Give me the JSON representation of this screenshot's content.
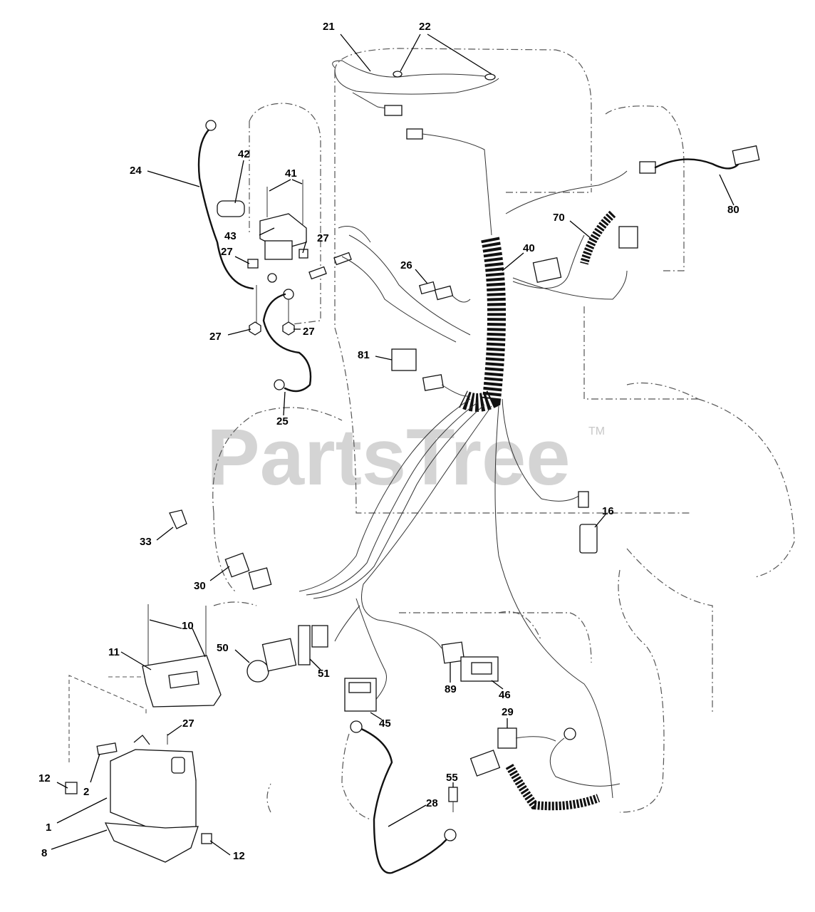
{
  "watermark": {
    "text": "PartsTree",
    "trademark": "TM"
  },
  "callouts": [
    {
      "id": "c21",
      "label": "21"
    },
    {
      "id": "c22",
      "label": "22"
    },
    {
      "id": "c24",
      "label": "24"
    },
    {
      "id": "c42",
      "label": "42"
    },
    {
      "id": "c41",
      "label": "41"
    },
    {
      "id": "c43",
      "label": "43"
    },
    {
      "id": "c27a",
      "label": "27"
    },
    {
      "id": "c27b",
      "label": "27"
    },
    {
      "id": "c27c",
      "label": "27"
    },
    {
      "id": "c27d",
      "label": "27"
    },
    {
      "id": "c27e",
      "label": "27"
    },
    {
      "id": "c80",
      "label": "80"
    },
    {
      "id": "c70",
      "label": "70"
    },
    {
      "id": "c40",
      "label": "40"
    },
    {
      "id": "c26",
      "label": "26"
    },
    {
      "id": "c81",
      "label": "81"
    },
    {
      "id": "c25",
      "label": "25"
    },
    {
      "id": "c16",
      "label": "16"
    },
    {
      "id": "c33",
      "label": "33"
    },
    {
      "id": "c30",
      "label": "30"
    },
    {
      "id": "c10",
      "label": "10"
    },
    {
      "id": "c11",
      "label": "11"
    },
    {
      "id": "c50",
      "label": "50"
    },
    {
      "id": "c51",
      "label": "51"
    },
    {
      "id": "c89",
      "label": "89"
    },
    {
      "id": "c46",
      "label": "46"
    },
    {
      "id": "c45",
      "label": "45"
    },
    {
      "id": "c29",
      "label": "29"
    },
    {
      "id": "c55",
      "label": "55"
    },
    {
      "id": "c28",
      "label": "28"
    },
    {
      "id": "c12a",
      "label": "12"
    },
    {
      "id": "c12b",
      "label": "12"
    },
    {
      "id": "c2",
      "label": "2"
    },
    {
      "id": "c1",
      "label": "1"
    },
    {
      "id": "c8",
      "label": "8"
    }
  ]
}
